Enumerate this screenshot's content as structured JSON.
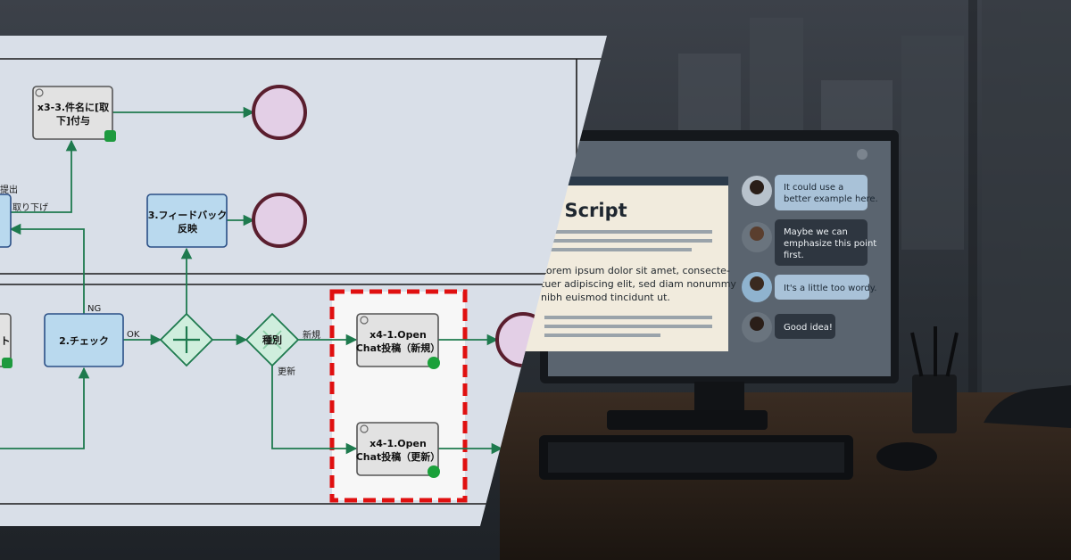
{
  "diagram": {
    "tasks": {
      "x3_3": [
        "x3-3.件名に[取",
        "下]付与"
      ],
      "feedback": [
        "3.フィードバック",
        "反映"
      ],
      "check": [
        "2.チェック"
      ],
      "partial_left": [
        "ト"
      ],
      "open_new": [
        "x4-1.Open",
        "Chat投稿（新規）"
      ],
      "open_update": [
        "x4-1.Open",
        "Chat投稿（更新）"
      ]
    },
    "gateway_label": "種別",
    "edge_labels": {
      "teishutsu": "提出",
      "torisage": "取り下げ",
      "ng": "NG",
      "ok": "OK",
      "shinki": "新規",
      "koshin": "更新"
    }
  },
  "monitor": {
    "doc_title": "lk Script",
    "doc_body": [
      "Lorem ipsum dolor sit amet, consecte-",
      "tuer adipiscing elit, sed diam nonummy",
      "nibh euismod tincidunt ut."
    ],
    "comments": [
      {
        "lines": [
          "It could use a",
          "better example here."
        ]
      },
      {
        "lines": [
          "Maybe we can",
          "emphasize this point",
          "first."
        ]
      },
      {
        "lines": [
          "It's a little too wordy."
        ]
      },
      {
        "lines": [
          "Good idea!"
        ]
      }
    ]
  },
  "colors": {
    "flow_green": "#1e7a4e",
    "task_blue_fill": "#b9d9ee",
    "task_blue_stroke": "#2a4f86",
    "task_gray_fill": "#e2e2e2",
    "end_event_fill": "#e3cfe6",
    "end_event_stroke": "#5a1e2e",
    "highlight_red": "#e01010"
  }
}
